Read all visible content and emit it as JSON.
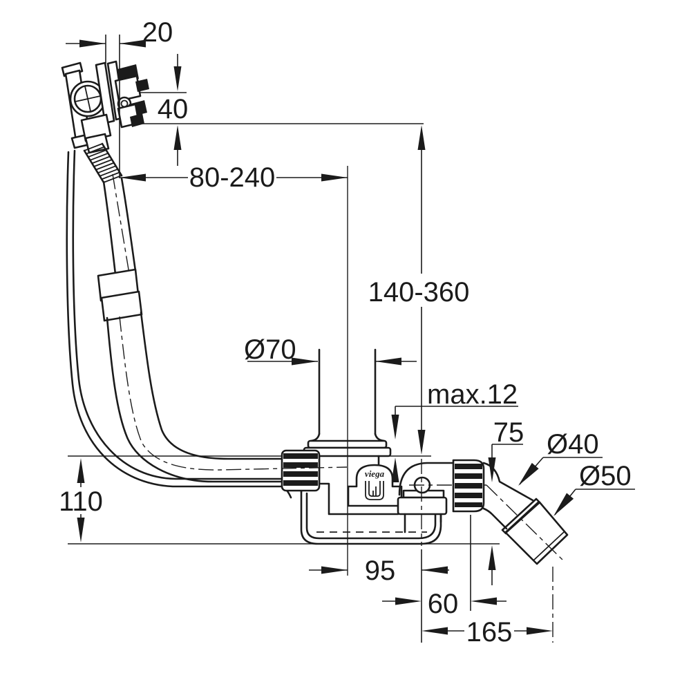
{
  "drawing": {
    "brand_badge": "viega",
    "colors": {
      "line": "#1b1b1b",
      "background": "#ffffff"
    },
    "dimensions": {
      "d20": "20",
      "d40": "40",
      "d80_240": "80-240",
      "d140_360": "140-360",
      "d70": "Ø70",
      "dmax12": "max.12",
      "d75": "75",
      "d40dia": "Ø40",
      "d50dia": "Ø50",
      "d110": "110",
      "d95": "95",
      "d60": "60",
      "d165": "165"
    }
  }
}
